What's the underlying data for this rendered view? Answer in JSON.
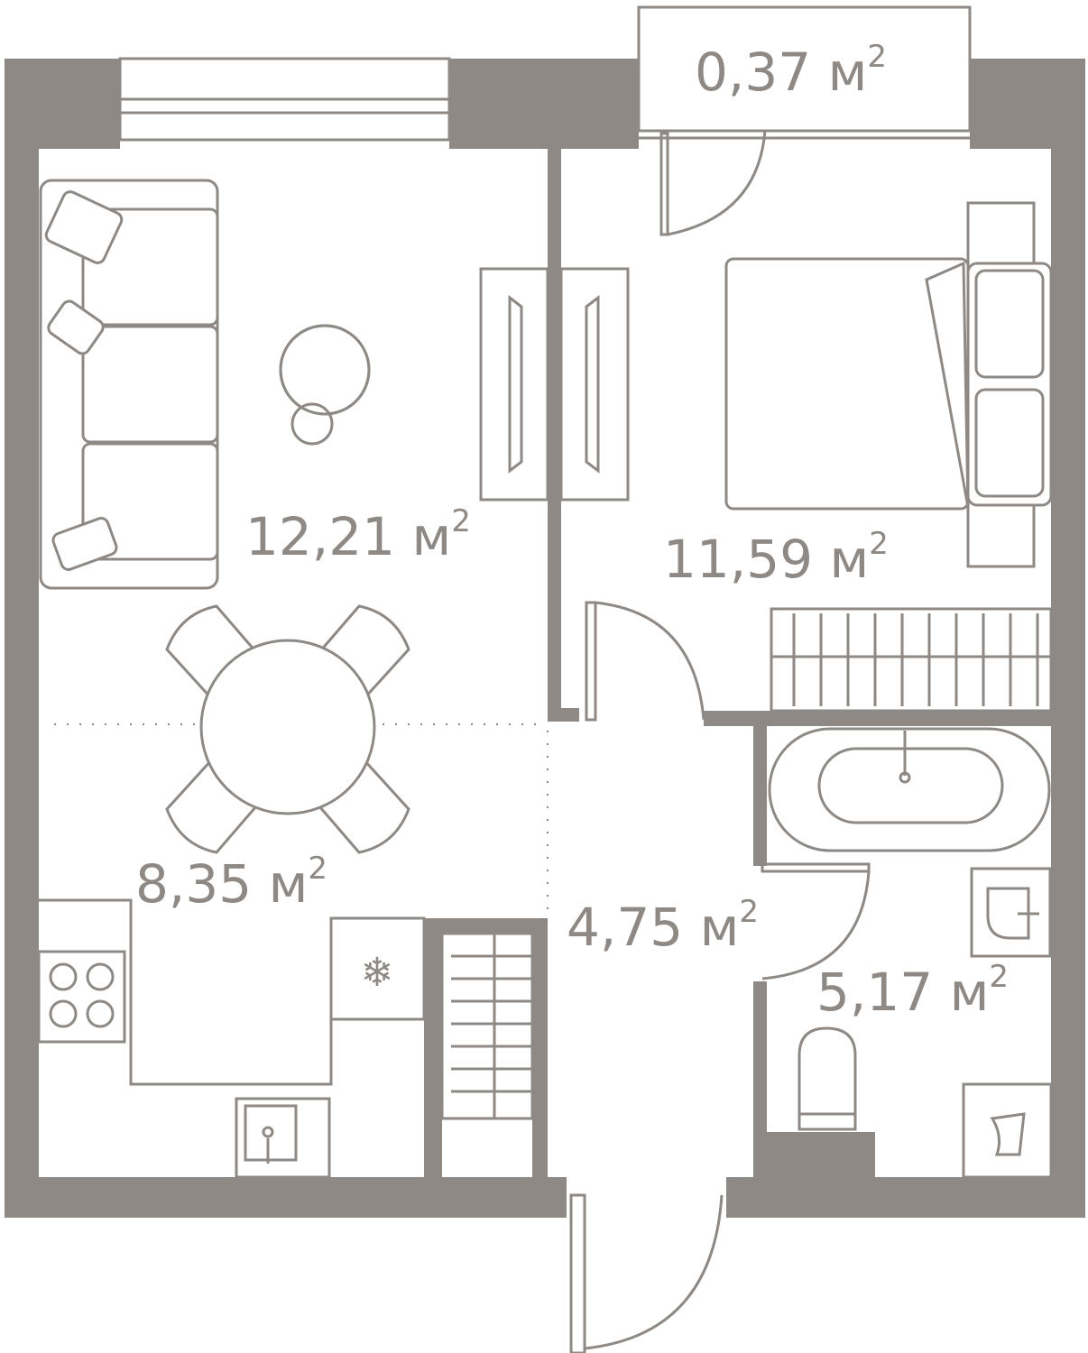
{
  "colors": {
    "wall": "#8e8985",
    "background": "#ffffff"
  },
  "unit": "м",
  "unit_power": "2",
  "rooms": [
    {
      "id": "living",
      "area": "12,21"
    },
    {
      "id": "bedroom",
      "area": "11,59"
    },
    {
      "id": "kitchen",
      "area": "8,35"
    },
    {
      "id": "hall",
      "area": "4,75"
    },
    {
      "id": "bathroom",
      "area": "5,17"
    },
    {
      "id": "balcony",
      "area": "0,37"
    }
  ]
}
